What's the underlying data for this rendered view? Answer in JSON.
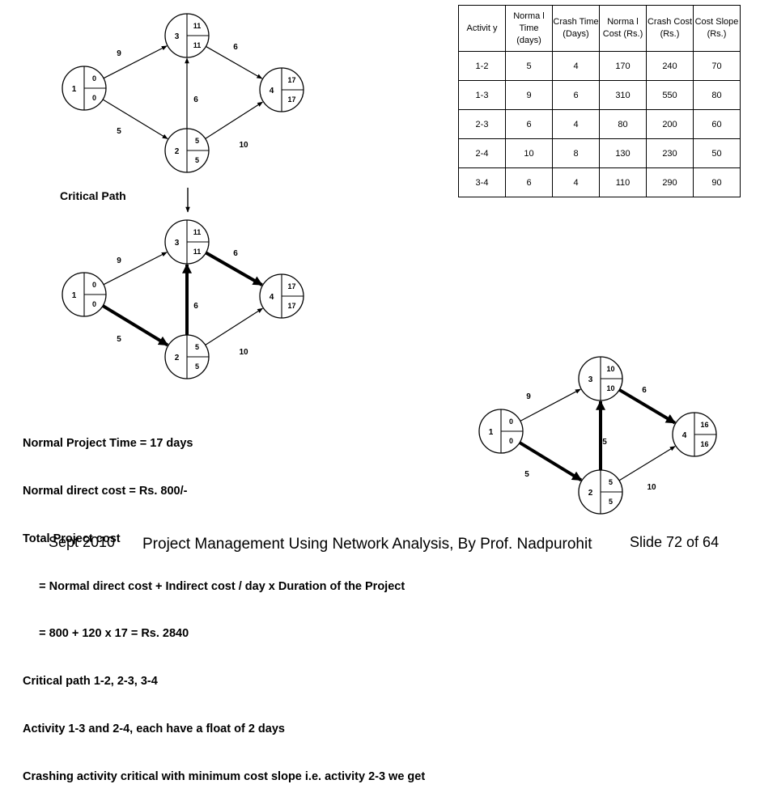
{
  "critical_path_label": "Critical Path",
  "network_top": {
    "nodes": [
      {
        "id": "1",
        "es": "0",
        "lf": "0"
      },
      {
        "id": "2",
        "es": "5",
        "lf": "5"
      },
      {
        "id": "3",
        "es": "11",
        "lf": "11"
      },
      {
        "id": "4",
        "es": "17",
        "lf": "17"
      }
    ],
    "edges": [
      {
        "from": "1",
        "to": "3",
        "duration": "9",
        "critical": false
      },
      {
        "from": "1",
        "to": "2",
        "duration": "5",
        "critical": false
      },
      {
        "from": "2",
        "to": "3",
        "duration": "6",
        "critical": false
      },
      {
        "from": "3",
        "to": "4",
        "duration": "6",
        "critical": false
      },
      {
        "from": "2",
        "to": "4",
        "duration": "10",
        "critical": false
      }
    ]
  },
  "network_mid": {
    "nodes": [
      {
        "id": "1",
        "es": "0",
        "lf": "0"
      },
      {
        "id": "2",
        "es": "5",
        "lf": "5"
      },
      {
        "id": "3",
        "es": "11",
        "lf": "11"
      },
      {
        "id": "4",
        "es": "17",
        "lf": "17"
      }
    ],
    "edges": [
      {
        "from": "1",
        "to": "3",
        "duration": "9",
        "critical": false
      },
      {
        "from": "1",
        "to": "2",
        "duration": "5",
        "critical": true
      },
      {
        "from": "2",
        "to": "3",
        "duration": "6",
        "critical": true
      },
      {
        "from": "3",
        "to": "4",
        "duration": "6",
        "critical": true
      },
      {
        "from": "2",
        "to": "4",
        "duration": "10",
        "critical": false
      }
    ]
  },
  "network_crashed": {
    "nodes": [
      {
        "id": "1",
        "es": "0",
        "lf": "0"
      },
      {
        "id": "2",
        "es": "5",
        "lf": "5"
      },
      {
        "id": "3",
        "es": "10",
        "lf": "10"
      },
      {
        "id": "4",
        "es": "16",
        "lf": "16"
      }
    ],
    "edges": [
      {
        "from": "1",
        "to": "3",
        "duration": "9",
        "critical": false
      },
      {
        "from": "1",
        "to": "2",
        "duration": "5",
        "critical": true
      },
      {
        "from": "2",
        "to": "3",
        "duration": "5",
        "critical": true
      },
      {
        "from": "3",
        "to": "4",
        "duration": "6",
        "critical": true
      },
      {
        "from": "2",
        "to": "4",
        "duration": "10",
        "critical": false
      }
    ]
  },
  "cost_table": {
    "headers": [
      "Activit y",
      "Norma l Time (days)",
      "Crash Time (Days)",
      "Norma l Cost (Rs.)",
      "Crash Cost (Rs.)",
      "Cost Slope (Rs.)"
    ],
    "rows": [
      [
        "1-2",
        "5",
        "4",
        "170",
        "240",
        "70"
      ],
      [
        "1-3",
        "9",
        "6",
        "310",
        "550",
        "80"
      ],
      [
        "2-3",
        "6",
        "4",
        "80",
        "200",
        "60"
      ],
      [
        "2-4",
        "10",
        "8",
        "130",
        "230",
        "50"
      ],
      [
        "3-4",
        "6",
        "4",
        "110",
        "290",
        "90"
      ]
    ]
  },
  "notes": [
    "Normal Project Time = 17 days",
    "Normal direct cost = Rs. 800/-",
    "Total Project cost",
    "     = Normal direct cost + Indirect cost / day x Duration of the Project",
    "     = 800 + 120 x 17 = Rs. 2840",
    "Critical path 1-2, 2-3, 3-4",
    "Activity 1-3 and 2-4, each have a float of 2 days",
    "Crashing activity critical with minimum cost slope i.e. activity 2-3 we get"
  ],
  "footer": {
    "date": "Sept 2010",
    "title": "Project Management Using Network Analysis, By Prof. Nadpurohit",
    "slide": "Slide 72 of 64"
  }
}
